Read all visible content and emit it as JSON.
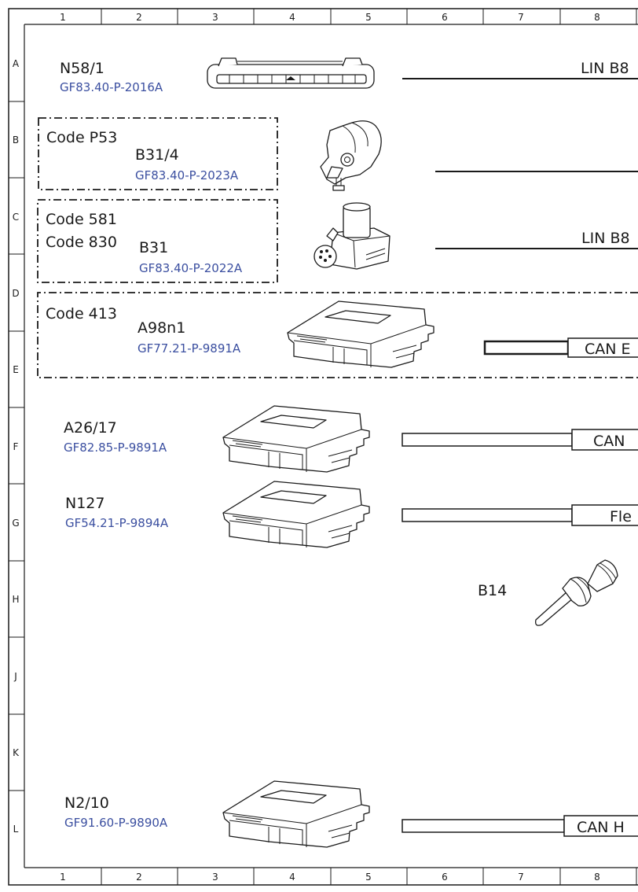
{
  "grid": {
    "columns": [
      "1",
      "2",
      "3",
      "4",
      "5",
      "6",
      "7",
      "8"
    ],
    "rows": [
      "A",
      "B",
      "C",
      "D",
      "E",
      "F",
      "G",
      "H",
      "J",
      "K",
      "L"
    ]
  },
  "components": {
    "n58_1": {
      "id": "N58/1",
      "ref": "GF83.40-P-2016A",
      "bus": "LIN B8"
    },
    "b31_4": {
      "code": "Code P53",
      "id": "B31/4",
      "ref": "GF83.40-P-2023A"
    },
    "b31": {
      "code1": "Code 581",
      "code2": "Code 830",
      "id": "B31",
      "ref": "GF83.40-P-2022A",
      "bus": "LIN B8"
    },
    "a98n1": {
      "code": "Code 413",
      "id": "A98n1",
      "ref": "GF77.21-P-9891A",
      "bus": "CAN E"
    },
    "a26_17": {
      "id": "A26/17",
      "ref": "GF82.85-P-9891A",
      "bus": "CAN"
    },
    "n127": {
      "id": "N127",
      "ref": "GF54.21-P-9894A",
      "bus": "Fle"
    },
    "b14": {
      "id": "B14"
    },
    "n2_10": {
      "id": "N2/10",
      "ref": "GF91.60-P-9890A",
      "bus": "CAN H"
    }
  },
  "colors": {
    "line": "#1a1a1a",
    "reference": "#3b4fa0",
    "background": "#ffffff"
  }
}
